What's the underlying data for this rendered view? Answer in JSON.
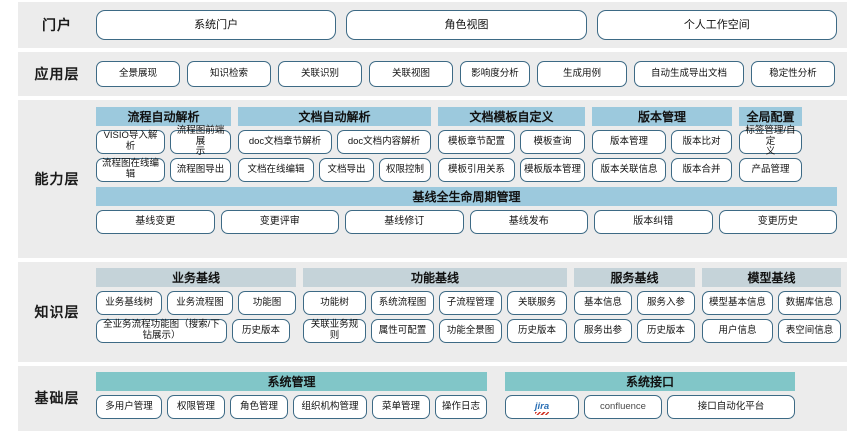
{
  "colors": {
    "band_bg": "#ececec",
    "pill_border": "#3d6a85",
    "group_head_blue": "#9cc9dd",
    "group_head_gray": "#c5d3d9",
    "group_head_teal": "#81c6c8"
  },
  "layers": {
    "portal": {
      "label": "门户",
      "items": [
        "系统门户",
        "角色视图",
        "个人工作空间"
      ]
    },
    "application": {
      "label": "应用层",
      "items": [
        "全景展现",
        "知识检索",
        "关联识别",
        "关联视图",
        "影响度分析",
        "生成用例",
        "自动生成导出文档",
        "稳定性分析"
      ]
    },
    "capability": {
      "label": "能力层",
      "groups": [
        {
          "title": "流程自动解析",
          "rows": [
            [
              "VISIO导入解析",
              "流程图前端展\n示"
            ],
            [
              "流程图在线编辑",
              "流程图导出"
            ]
          ]
        },
        {
          "title": "文档自动解析",
          "rows": [
            [
              "doc文档章节解析",
              "doc文档内容解析"
            ],
            [
              "文档在线编辑",
              "文档导出",
              "权限控制"
            ]
          ]
        },
        {
          "title": "文档模板自定义",
          "rows": [
            [
              "模板章节配置",
              "模板查询"
            ],
            [
              "模板引用关系",
              "模板版本管理"
            ]
          ]
        },
        {
          "title": "版本管理",
          "rows": [
            [
              "版本管理",
              "版本比对"
            ],
            [
              "版本关联信息",
              "版本合并"
            ]
          ]
        },
        {
          "title": "全局配置",
          "rows": [
            [
              "标签管理/自定\n义"
            ],
            [
              "产品管理"
            ]
          ]
        }
      ],
      "baseline": {
        "title": "基线全生命周期管理",
        "items": [
          "基线变更",
          "变更评审",
          "基线修订",
          "基线发布",
          "版本纠错",
          "变更历史"
        ]
      }
    },
    "knowledge": {
      "label": "知识层",
      "groups": [
        {
          "title": "业务基线",
          "rows": [
            [
              "业务基线树",
              "业务流程图",
              "功能图"
            ],
            [
              "全业务流程功能图（搜索/下\n钻展示）",
              "历史版本"
            ]
          ]
        },
        {
          "title": "功能基线",
          "rows": [
            [
              "功能树",
              "系统流程图",
              "子流程管理",
              "关联服务"
            ],
            [
              "关联业务规则",
              "属性可配置",
              "功能全景图",
              "历史版本"
            ]
          ]
        },
        {
          "title": "服务基线",
          "rows": [
            [
              "基本信息",
              "服务入参"
            ],
            [
              "服务出参",
              "历史版本"
            ]
          ]
        },
        {
          "title": "模型基线",
          "rows": [
            [
              "模型基本信息",
              "数据库信息"
            ],
            [
              "用户信息",
              "表空间信息"
            ]
          ]
        }
      ]
    },
    "foundation": {
      "label": "基础层",
      "groups": [
        {
          "title": "系统管理",
          "rows": [
            [
              "多用户管理",
              "权限管理",
              "角色管理",
              "组织机构管理",
              "菜单管理",
              "操作日志"
            ]
          ]
        },
        {
          "title": "系统接口",
          "rows": [
            [
              "jira",
              "confluence",
              "接口自动化平台"
            ]
          ]
        }
      ]
    }
  }
}
